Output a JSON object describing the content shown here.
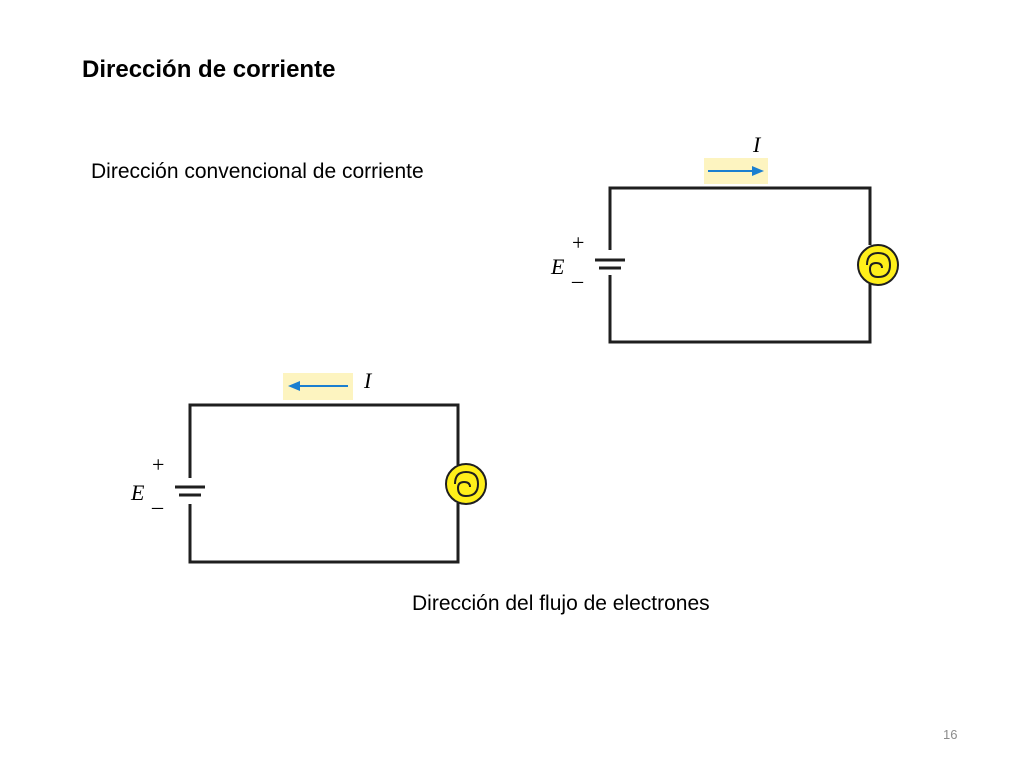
{
  "slide": {
    "title": "Dirección de corriente",
    "slide_number": "16"
  },
  "colors": {
    "wire": "#1f1f1f",
    "arrow": "#1b7fd0",
    "arrow_highlight": "#fdf4c0",
    "lamp_fill": "#ffef1a",
    "lamp_stroke": "#1f1f1f"
  },
  "icons": {
    "battery": "battery-icon",
    "lamp": "lamp-icon",
    "arrow_right": "arrow-right-icon",
    "arrow_left": "arrow-left-icon"
  },
  "circuits": [
    {
      "caption": "Dirección convencional de corriente",
      "current_label": "I",
      "emf_label": "E",
      "plus": "+",
      "minus": "_",
      "arrow_direction": "right"
    },
    {
      "caption": "Dirección del flujo de electrones",
      "current_label": "I",
      "emf_label": "E",
      "plus": "+",
      "minus": "_",
      "arrow_direction": "left"
    }
  ]
}
